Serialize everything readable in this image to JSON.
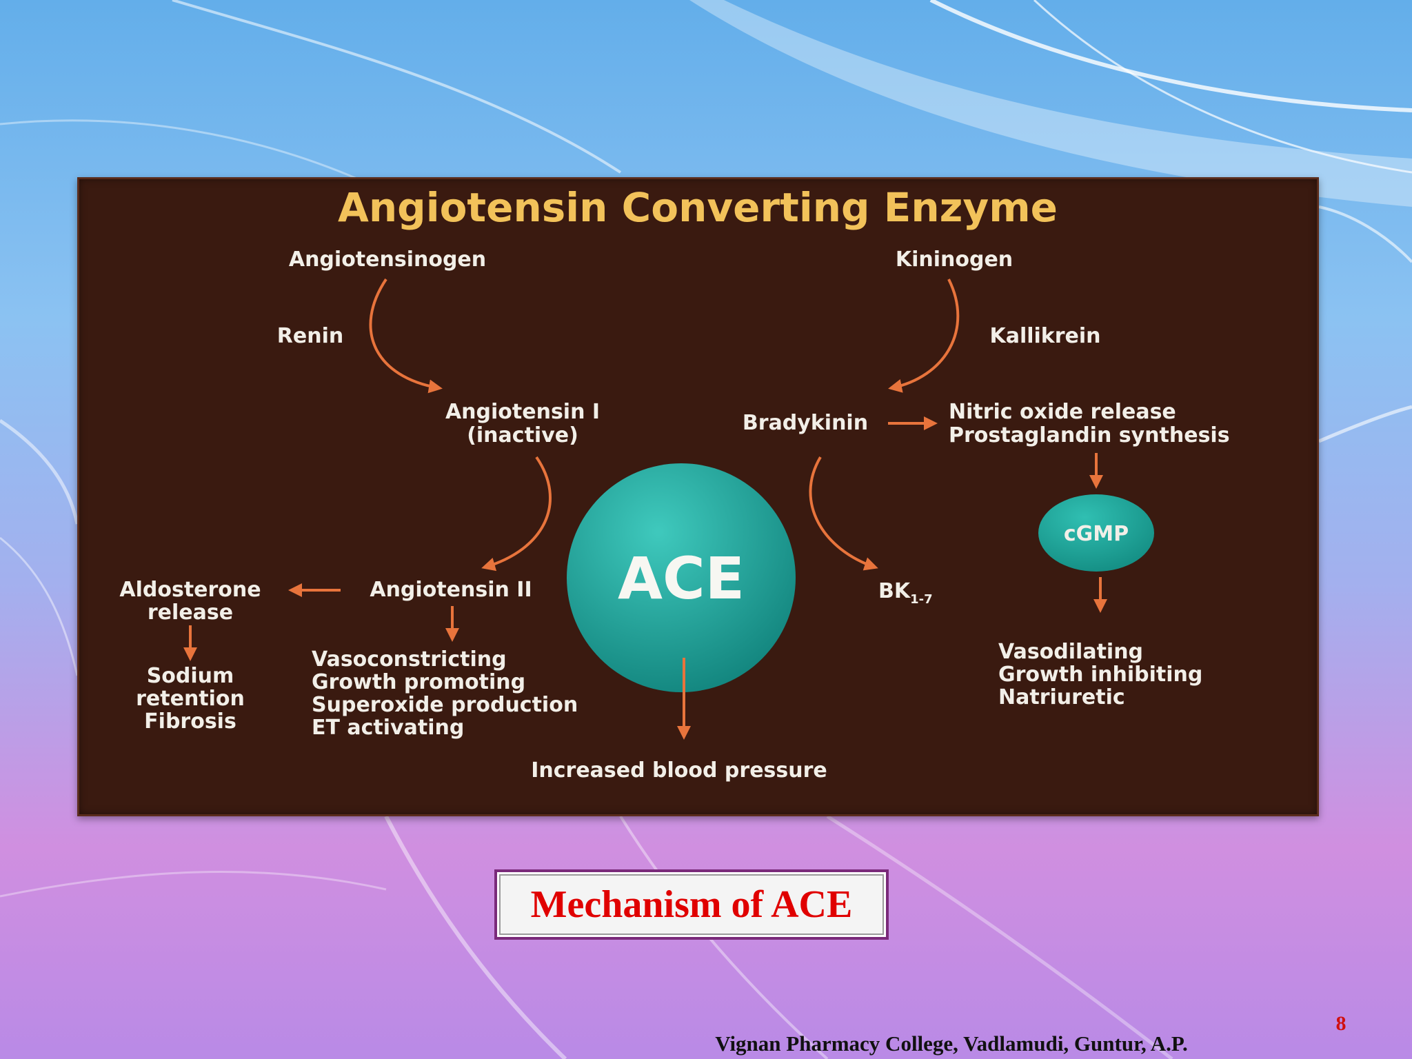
{
  "diagram": {
    "title": "Angiotensin Converting Enzyme",
    "angiotensinogen": "Angiotensinogen",
    "renin": "Renin",
    "angiotensin_i": "Angiotensin I",
    "inactive": "(inactive)",
    "angiotensin_ii": "Angiotensin II",
    "aldosterone": "Aldosterone",
    "aldosterone_release": "release",
    "sodium": "Sodium",
    "retention": "retention",
    "fibrosis": "Fibrosis",
    "effects_left": [
      "Vasoconstricting",
      "Growth promoting",
      "Superoxide production",
      "ET activating"
    ],
    "increased_bp": "Increased blood pressure",
    "ace": "ACE",
    "kininogen": "Kininogen",
    "kallikrein": "Kallikrein",
    "bradykinin": "Bradykinin",
    "nitric_oxide": "Nitric oxide release",
    "prostaglandin": "Prostaglandin synthesis",
    "cgmp": "cGMP",
    "bk": "BK",
    "bk_sub": "1-7",
    "effects_right": [
      "Vasodilating",
      "Growth inhibiting",
      "Natriuretic"
    ],
    "colors": {
      "panel": "#3a1a10",
      "title": "#f2c25a",
      "text": "#f2efe8",
      "arrow": "#e8743c",
      "ace": "#1a9c94"
    }
  },
  "caption": "Mechanism of ACE",
  "page_number": "8",
  "footer": "Vignan Pharmacy College, Vadlamudi, Guntur, A.P."
}
